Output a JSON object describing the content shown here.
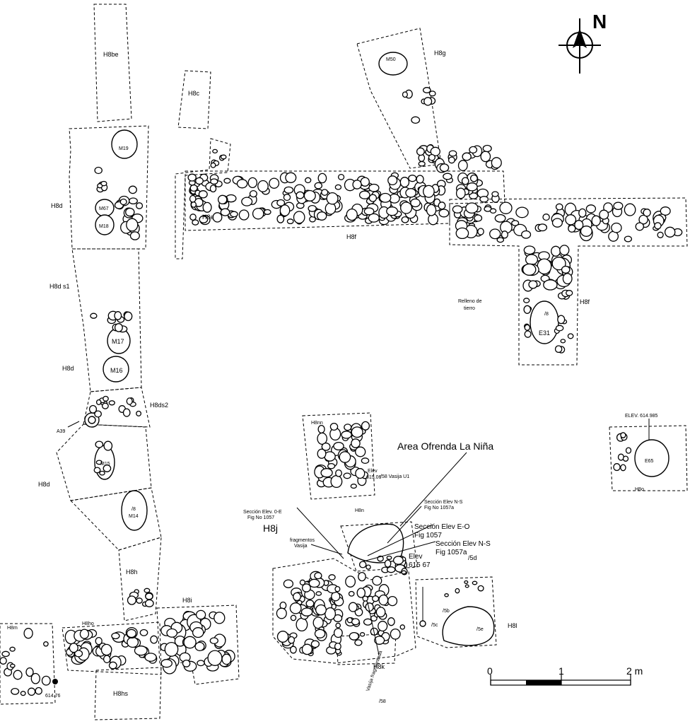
{
  "north_label": "N",
  "units": {
    "h8be": "H8be",
    "h8c": "H8c",
    "h8g": "H8g",
    "h8d_1": "H8d",
    "h8e": "H8e",
    "h8f_1": "H8f",
    "h8f_2": "H8f",
    "h8ds1": "H8d s1",
    "h8d_2": "H8d",
    "h8ds2": "H8ds2",
    "h8d_3": "H8d",
    "h8nn": "H8nn",
    "h8n": "H8n",
    "h8j": "H8j",
    "h8h": "H8h",
    "h8i": "H8i",
    "h8m": "H8m",
    "h8ho": "H8ho",
    "h8hs": "H8hs",
    "h8k": "H8k",
    "h8l": "H8l",
    "h8o": "H8o"
  },
  "features": {
    "m19": "M19",
    "m67": "M67",
    "m18": "M18",
    "m50": "M50",
    "m17": "M17",
    "m16": "M16",
    "a39": "A39",
    "m15": "M15",
    "m14": "M14",
    "e31": "E31",
    "e65": "E65"
  },
  "annotations": {
    "relleno_1": "Relleno de",
    "relleno_2": "tierro",
    "area_ofrenda": "Area Ofrenda La Niña",
    "elev_e65": "ELEV. 614.985",
    "elev_vasija_1": "Elev",
    "elev_vasija_2": "615.06",
    "vasija_u1": "/58  Vasija U1",
    "seccion_ns_small_1": "Sección Elev N-S",
    "seccion_ns_small_2": "Fig No 1057a",
    "seccion_eo_small_1": "Sección Elev. 0-E",
    "seccion_eo_small_2": "Fig No 1057",
    "fragmentos_1": "fragmentos",
    "fragmentos_2": "Vasija",
    "seccion_eo_1": "Sección Elev E-O",
    "seccion_eo_2": "Fig 1057",
    "seccion_ns_1": "Sección Elev N-S",
    "seccion_ns_2": "Fig 1057a",
    "elev_main_1": "Elev",
    "elev_main_2": "615 67",
    "lbl_5d": "/5d",
    "lbl_5c": "/5c",
    "lbl_5e": "/5e",
    "lbl_5b": "/5b",
    "vasija_fragmentada": "Vasija fragmentada",
    "lbl_58": "/58",
    "elev_bottom": "614.76",
    "m14_sub": "/8",
    "e31_sub": "/8"
  },
  "scale_bar": {
    "tick_0": "0",
    "tick_1": "1",
    "tick_2": "2 m"
  }
}
